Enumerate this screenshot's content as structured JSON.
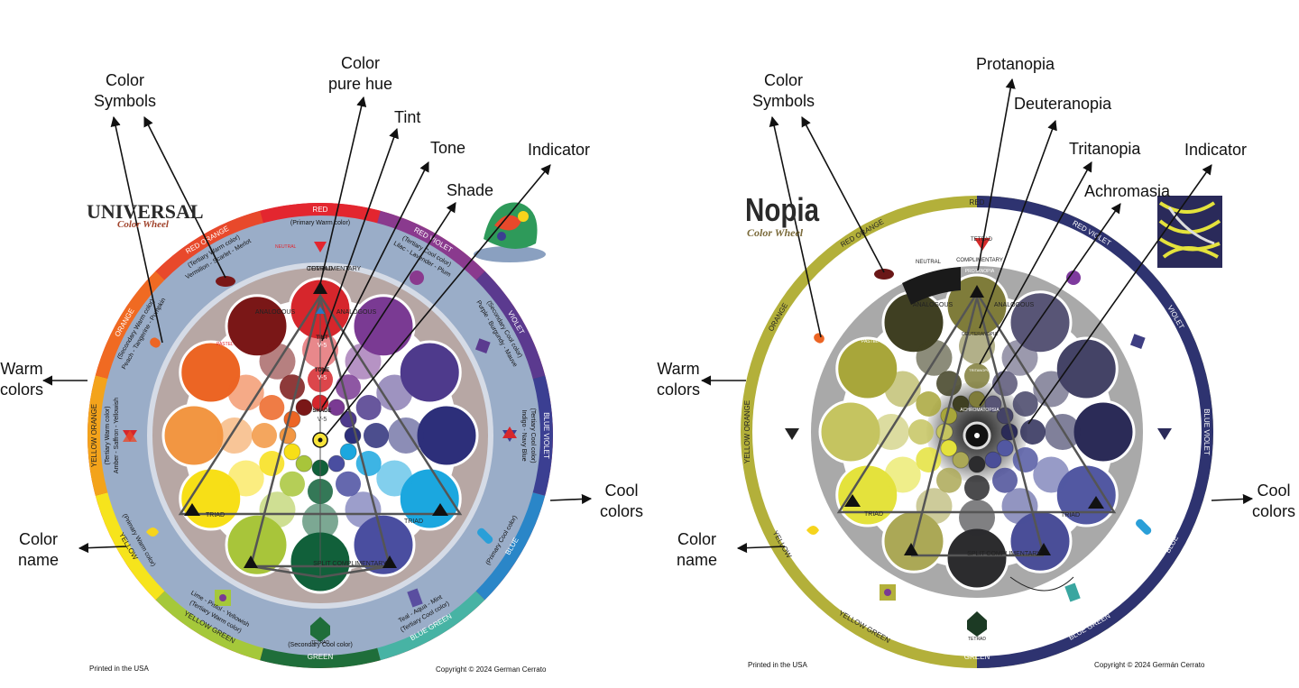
{
  "left_wheel": {
    "brand": "UNIVERSAL",
    "brand_sub": "Color Wheel",
    "callouts": {
      "color_symbols": [
        "Color",
        "Symbols"
      ],
      "pure_hue": [
        "Color",
        "pure hue"
      ],
      "tint": "Tint",
      "tone": "Tone",
      "shade": "Shade",
      "indicator": "Indicator",
      "warm": [
        "Warm",
        "colors"
      ],
      "cool": [
        "Cool",
        "colors"
      ],
      "color_name": [
        "Color",
        "name"
      ]
    },
    "ring_labels": {
      "red": "RED",
      "red_desc": "(Primary  Warm color)",
      "red_orange": "RED ORANGE",
      "red_orange_desc": "(Tertiary  Warm color)",
      "red_orange_ex": "Vermilion - Scarlet - Merlot",
      "orange": "ORANGE",
      "orange_desc": "(Secondary  Warm color)",
      "orange_ex": "Peach - Tangerine - Pumpkin",
      "yellow_orange": "YELLOW ORANGE",
      "yellow_orange_desc": "(Tertiary  Warm color)",
      "yellow_orange_ex": "Amber - Saffron - Yellowish",
      "yellow": "YELLOW",
      "yellow_desc": "(Primary  Warm color)",
      "yellow_green": "YELLOW GREEN",
      "yellow_green_desc": "(Tertiary  Warm color)",
      "yellow_green_ex": "Lime - Pistol - Yellowish",
      "green": "GREEN",
      "green_desc": "(Secondary  Cool color)",
      "blue_green": "BLUE GREEN",
      "blue_green_desc": "(Tertiary  Cool color)",
      "blue_green_ex": "Teal - Aqua - Mint",
      "blue": "BLUE",
      "blue_desc": "(Primary  Cool color)",
      "blue_violet": "BLUE VIOLET",
      "blue_violet_desc": "(Tertiary  Cool color)",
      "blue_violet_ex": "Indigo - Navy Blue",
      "violet": "VIOLET",
      "violet_desc": "(Secondary  Cool color)",
      "violet_ex": "Purple - Burgundy - Mauve",
      "red_violet": "RED VIOLET",
      "red_violet_desc": "(Tertiary  Cool color)",
      "red_violet_ex": "Lilac - Lavender - Plum"
    },
    "inner_labels": {
      "complimentary": "COMPLIMENTARY",
      "analogous": "ANALOGOUS",
      "tint": "TINT",
      "tone": "TONE",
      "shade": "SHADE",
      "vs": "V-5",
      "triad": "TRIAD",
      "split": "SPLIT COMPLIMENTARY",
      "tetrad": "TETRAD",
      "neutral": "NEUTRAL",
      "pastel": "PASTEL"
    },
    "footer_left": "Printed in the USA",
    "footer_right": "Copyright © 2024 German Cerrato"
  },
  "right_wheel": {
    "brand": "Nopia",
    "brand_sub": "Color Wheel",
    "callouts": {
      "color_symbols": [
        "Color",
        "Symbols"
      ],
      "protanopia": "Protanopia",
      "deuteranopia": "Deuteranopia",
      "tritanopia": "Tritanopia",
      "achromasia": "Achromasia",
      "indicator": "Indicator",
      "warm": [
        "Warm",
        "colors"
      ],
      "cool": [
        "Cool",
        "colors"
      ],
      "color_name": [
        "Color",
        "name"
      ]
    },
    "inner_labels": {
      "protanopia": "PROTANOPIA",
      "deuteranopia": "DEUTERANOPIA",
      "tritanopia": "TRITANOPIA",
      "achromatopsia": "ACHROMATOPSIA",
      "analogous": "ANALOGOUS",
      "complimentary": "COMPLIMENTARY",
      "triad": "TRIAD",
      "split": "SPLIT COMPLIMENTARY",
      "tetrad": "TETRAD",
      "neutral": "NEUTRAL",
      "pastel": "PASTEL"
    },
    "footer_left": "Printed in the USA",
    "footer_right": "Copyright © 2024 Germán Cerrato"
  },
  "colors": {
    "left_ring": [
      "#e3262f",
      "#8a3a8e",
      "#5b3a8f",
      "#3b3f92",
      "#2a86c8",
      "#47b3a4",
      "#1f6e3a",
      "#a5c83a",
      "#f6e41c",
      "#f3a31b",
      "#f06a22",
      "#e8492b"
    ],
    "left_main": [
      "#d6262c",
      "#7a3a93",
      "#4e3a8c",
      "#2d2f7a",
      "#1ba7df",
      "#4a4ea0",
      "#11603a",
      "#a8c53a",
      "#f7df17",
      "#f29642",
      "#ec6524",
      "#7a1717"
    ],
    "right_ring_warm": "#b3b03a",
    "right_ring_cool": "#2e3370",
    "right_main": [
      "#7f7c3a",
      "#585576",
      "#444366",
      "#2b2b57",
      "#5258a2",
      "#4a4e98",
      "#2c2c2e",
      "#aba856",
      "#e4e23c",
      "#c5c460",
      "#a8a63a",
      "#3f3f22"
    ]
  }
}
